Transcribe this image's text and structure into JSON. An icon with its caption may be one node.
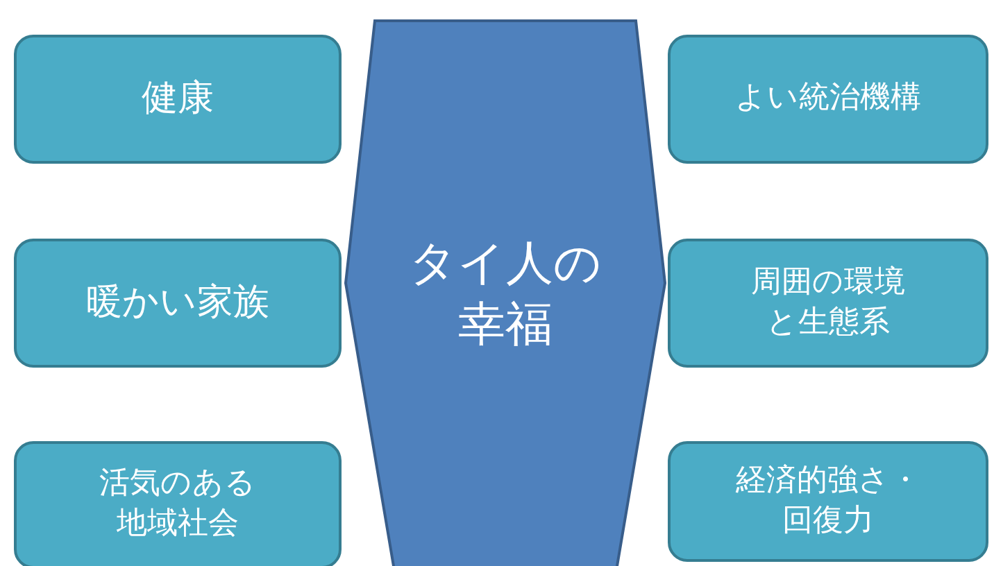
{
  "diagram": {
    "nodes": [
      {
        "text": [
          "健康"
        ]
      },
      {
        "text": [
          "よい統治機構"
        ]
      },
      {
        "text": [
          "暖かい家族"
        ]
      },
      {
        "text": [
          "タイ人の幸福"
        ]
      },
      {
        "text": [
          "周囲の環境と生態系"
        ]
      },
      {
        "text": [
          "活気のある地域社会"
        ]
      },
      {
        "text": [
          "経済的強さ・回復力"
        ]
      }
    ]
  }
}
